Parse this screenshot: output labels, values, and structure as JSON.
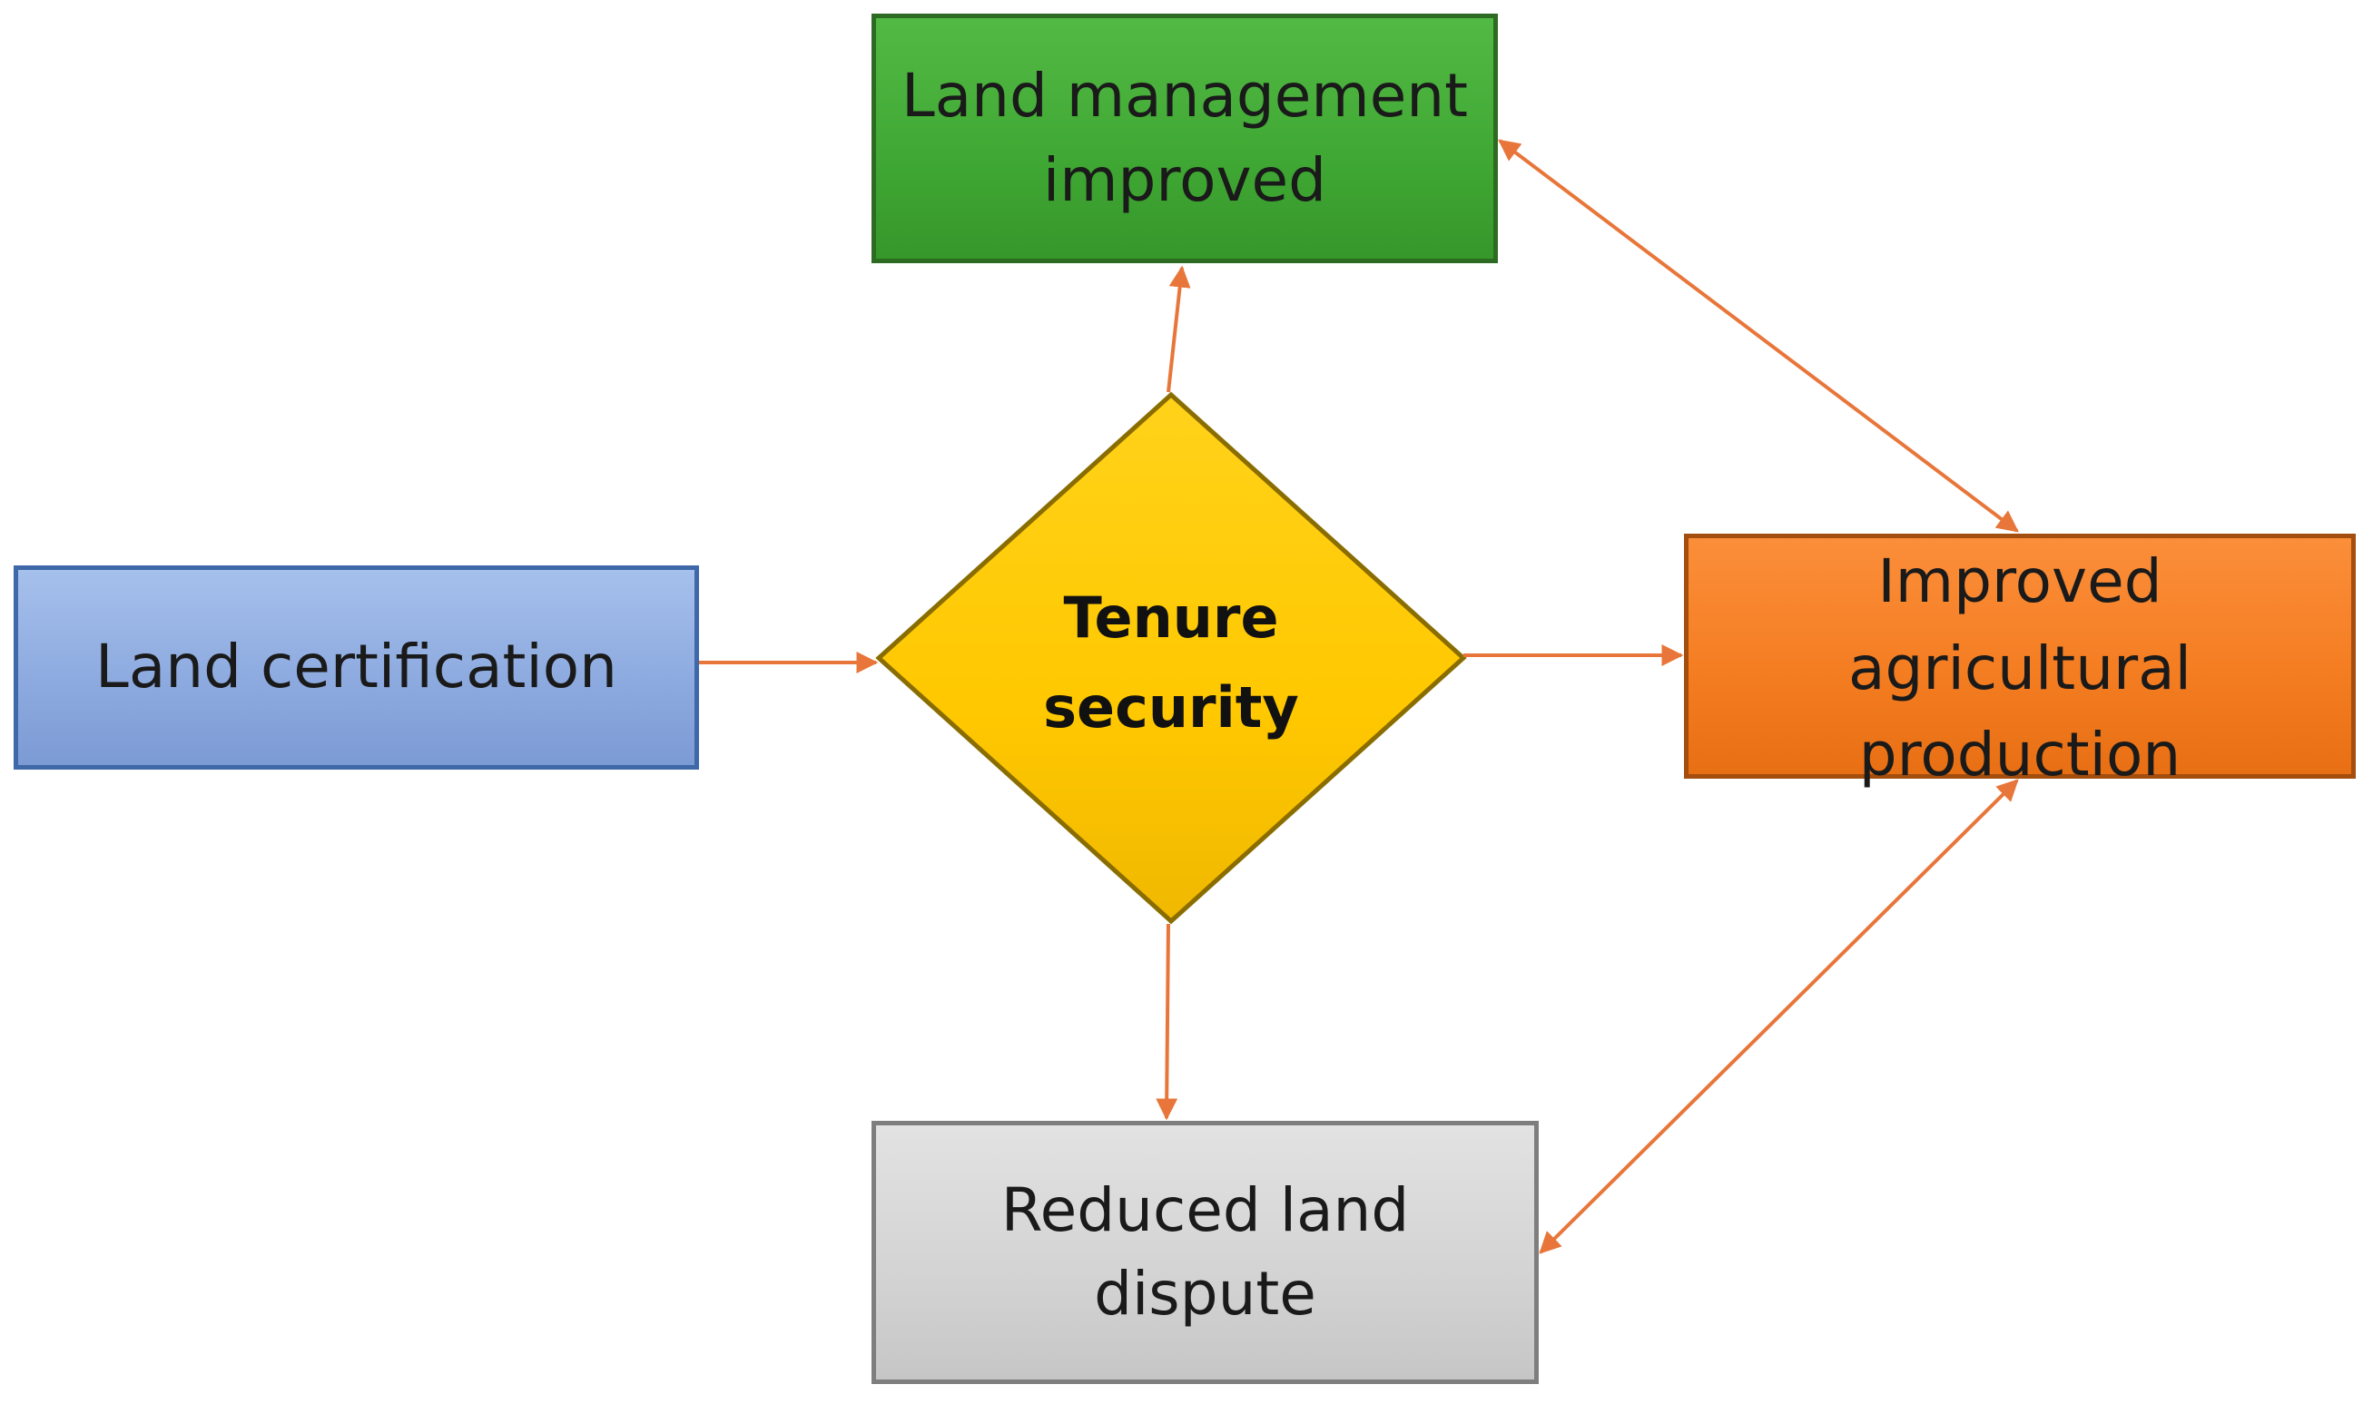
{
  "colors": {
    "arrow": "#e8763a",
    "certification_fill": "#8eabe0",
    "management_fill": "#3fa733",
    "agriculture_fill": "#f47c20",
    "dispute_fill": "#d3d3d3",
    "tenure_fill": "#ffcc00"
  },
  "nodes": {
    "certification": {
      "label": "Land certification"
    },
    "tenure": {
      "label": "Tenure\nsecurity"
    },
    "management": {
      "label": "Land management\nimproved"
    },
    "agriculture": {
      "label": "Improved\nagricultural\nproduction"
    },
    "dispute": {
      "label": "Reduced land\ndispute"
    }
  },
  "edges": [
    {
      "from": "certification",
      "to": "tenure",
      "direction": "forward"
    },
    {
      "from": "tenure",
      "to": "management",
      "direction": "forward"
    },
    {
      "from": "tenure",
      "to": "agriculture",
      "direction": "forward"
    },
    {
      "from": "tenure",
      "to": "dispute",
      "direction": "forward"
    },
    {
      "from": "agriculture",
      "to": "management",
      "direction": "both"
    },
    {
      "from": "agriculture",
      "to": "dispute",
      "direction": "both"
    }
  ]
}
